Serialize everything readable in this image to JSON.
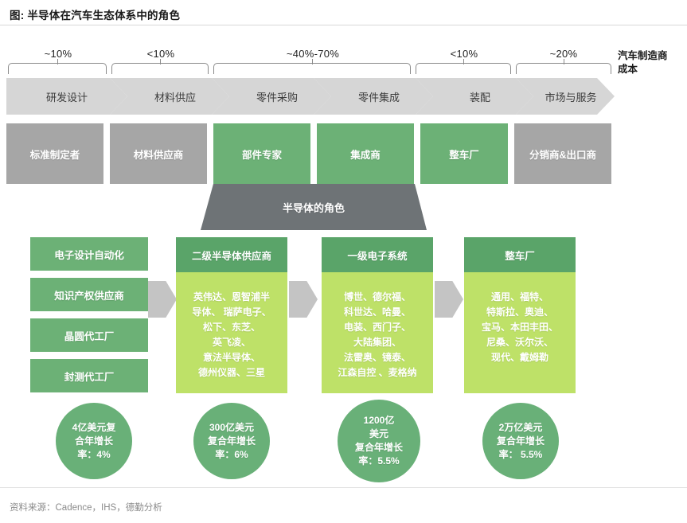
{
  "title": "图: 半导体在汽车生态体系中的角色",
  "cost_label": "汽车制造商\n成本",
  "value_chain": {
    "stages": [
      {
        "label": "研发设计",
        "pct": "~10%"
      },
      {
        "label": "材料供应",
        "pct": "<10%"
      },
      {
        "label": "零件采购",
        "pct": "~40%-70%"
      },
      {
        "label": "零件集成",
        "pct": ""
      },
      {
        "label": "装配",
        "pct": "<10%"
      },
      {
        "label": "市场与服务",
        "pct": "~20%"
      }
    ]
  },
  "roles": [
    {
      "label": "标准制定者",
      "type": "gray"
    },
    {
      "label": "材料供应商",
      "type": "gray"
    },
    {
      "label": "部件专家",
      "type": "green"
    },
    {
      "label": "集成商",
      "type": "green"
    },
    {
      "label": "整车厂",
      "type": "green"
    },
    {
      "label": "分销商&出口商",
      "type": "gray"
    }
  ],
  "semiconductor_band": {
    "label": "半导体的角色"
  },
  "columns": [
    {
      "kind": "stack",
      "items": [
        "电子设计自动化",
        "知识产权供应商",
        "晶圆代工厂",
        "封测代工厂"
      ],
      "circle": "4亿美元复\n合年增长\n率：4%"
    },
    {
      "kind": "headed",
      "header": "二级半导体供应商",
      "body": "英伟达、恩智浦半\n导体、 瑞萨电子、\n松下、东芝、\n英飞凌、\n意法半导体、\n德州仪器、三星",
      "circle": "300亿美元\n复合年增长\n率：6%"
    },
    {
      "kind": "headed",
      "header": "一级电子系统",
      "body": "博世、德尔福、\n科世达、哈曼、\n电装、西门子、\n大陆集团、\n法雷奥、镜泰、\n江森自控 、麦格纳",
      "circle": "1200亿\n美元\n复合年增长\n率：5.5%"
    },
    {
      "kind": "headed",
      "header": "整车厂",
      "body": "通用、福特、\n特斯拉、奥迪、\n宝马、本田丰田、\n尼桑、沃尔沃、\n现代、戴姆勒",
      "circle": "2万亿美元\n复合年增长\n率： 5.5%"
    }
  ],
  "source": "资料来源：Cadence，IHS，德勤分析",
  "colors": {
    "green": "#6cb176",
    "green_dark": "#5aa469",
    "light_green": "#bee168",
    "gray": "#a6a6a6",
    "chevron_gray": "#d6d6d6",
    "slate": "#6e7376",
    "arrow_gray": "#c4c4c4"
  }
}
